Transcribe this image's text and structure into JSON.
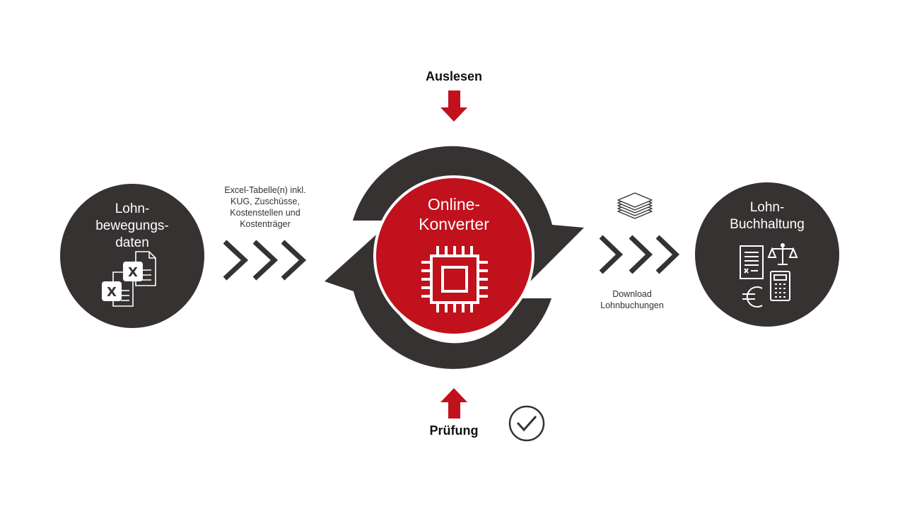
{
  "colors": {
    "dark": "#363232",
    "red": "#c0111c",
    "white": "#ffffff"
  },
  "labels": {
    "source": [
      "Lohn-",
      "bewegungs-",
      "daten"
    ],
    "input_note": [
      "Excel-Tabelle(n)  inkl.",
      "KUG, Zuschüsse,",
      "Kostenstellen und",
      "Kostenträger"
    ],
    "center": [
      "Online-",
      "Konverter"
    ],
    "read": "Auslesen",
    "check": "Prüfung",
    "output_note": [
      "Download",
      "Lohnbuchungen"
    ],
    "target": [
      "Lohn-",
      "Buchhaltung"
    ]
  },
  "icons": {
    "source": "excel-files-icon",
    "center": "processor-chip-icon",
    "output": "document-stack-icon",
    "target": "accounting-icons",
    "check": "checkmark-circle-icon"
  }
}
